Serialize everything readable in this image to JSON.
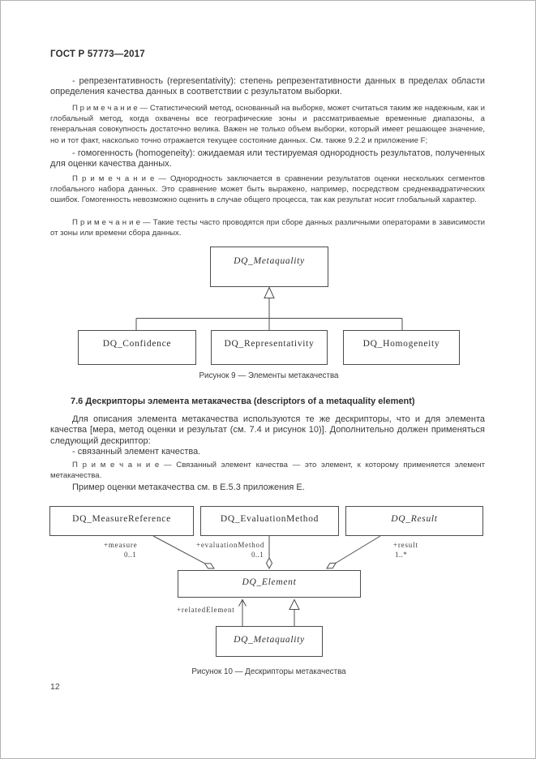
{
  "page": {
    "header": "ГОСТ Р 57773—2017",
    "page_number": "12"
  },
  "text": {
    "para_representativity": "- репрезентативность (representativity): степень репрезентативности данных в пределах области определения качества данных в соответствии с результатом выборки.",
    "note_1": "П р и м е ч а н и е — Статистический метод, основанный на выборке, может считаться таким же надежным, как и глобальный метод, когда охвачены все географические зоны и рассматриваемые временные диапазоны, а генеральная совокупность достаточно велика. Важен не только объем выборки, который имеет решающее значение, но и тот факт, насколько точно отражается текущее состояние данных. См. также 9.2.2 и приложение F;",
    "para_homogeneity": "- гомогенность (homogeneity): ожидаемая или тестируемая однородность результатов, полученных для оценки качества данных.",
    "note_2": "П р и м е ч а н и е — Однородность заключается в сравнении результатов оценки нескольких сегментов глобального набора данных. Это сравнение может быть выражено, например, посредством среднеквадратических ошибок. Гомогенность невозможно оценить в случае общего процесса, так как результат носит глобальный характер.",
    "note_3": "П р и м е ч а н и е — Такие тесты часто проводятся при сборе данных различными операторами в зависимости от зоны или времени сбора данных.",
    "section_heading": "7.6 Дескрипторы элемента метакачества (descriptors of a metaquality element)",
    "para_descriptors_intro": "Для описания элемента метакачества используются те же дескрипторы, что и для элемента качества [мера, метод оценки и результат (см. 7.4 и рисунок 10)]. Дополнительно должен применяться следующий дескриптор:",
    "bullet_related_element": "- связанный элемент качества.",
    "note_4": "П р и м е ч а н и е — Связанный элемент качества — это элемент, к которому применяется элемент метакачества.",
    "para_example": "Пример оценки метакачества см. в Е.5.3 приложения Е."
  },
  "figure9": {
    "caption": "Рисунок 9 — Элементы метакачества",
    "parent_box": "DQ_Metaquality",
    "child_boxes": [
      "DQ_Confidence",
      "DQ_Representativity",
      "DQ_Homogeneity"
    ]
  },
  "figure10": {
    "caption": "Рисунок 10 — Дескрипторы метакачества",
    "box_measure_reference": "DQ_MeasureReference",
    "box_evaluation_method": "DQ_EvaluationMethod",
    "box_result": "DQ_Result",
    "box_element": "DQ_Element",
    "box_metaquality": "DQ_Metaquality",
    "label_measure": "+measure",
    "card_measure": "0..1",
    "label_evaluation": "+evaluationMethod",
    "card_evaluation": "0..1",
    "label_result": "+result",
    "card_result": "1..*",
    "label_related": "+relatedElement"
  }
}
